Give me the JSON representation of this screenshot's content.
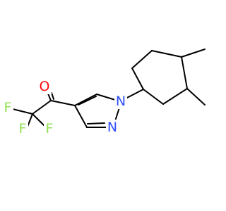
{
  "molecule": {
    "atoms": {
      "o1": {
        "label": "O",
        "color": "#ff0d0d"
      },
      "f1": {
        "label": "F",
        "color": "#90e050"
      },
      "f2": {
        "label": "F",
        "color": "#90e050"
      },
      "f3": {
        "label": "F",
        "color": "#90e050"
      },
      "n1": {
        "label": "N",
        "color": "#3050f8"
      },
      "n2": {
        "label": "N",
        "color": "#3050f8"
      }
    },
    "bond_color": "#000000"
  }
}
